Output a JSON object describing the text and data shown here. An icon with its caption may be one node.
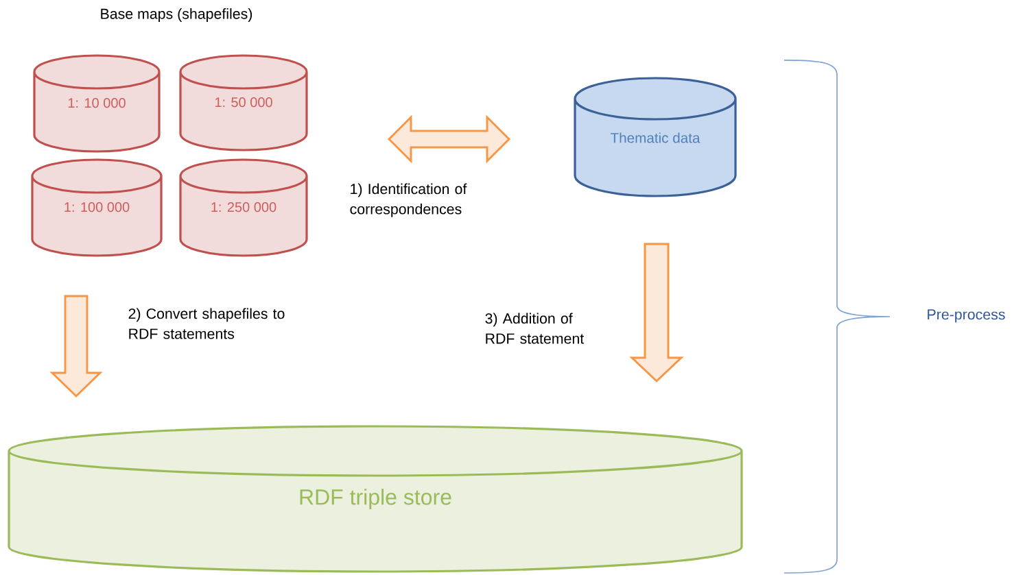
{
  "diagram": {
    "nodes": [
      {
        "text": [
          "1: 10 000"
        ]
      },
      {
        "text": [
          "1: 50 000"
        ]
      },
      {
        "text": [
          "1: 100 000"
        ]
      },
      {
        "text": [
          "1: 250 000"
        ]
      },
      {
        "text": [
          "Thematic data"
        ]
      },
      {
        "text": [
          "RDF triple store"
        ]
      }
    ],
    "edges": [
      {
        "from": 1,
        "to": 4,
        "arrow": "both",
        "label": "1) Identification of correspondences"
      },
      {
        "from": 2,
        "to": 5,
        "arrow": "to",
        "label": "2) Convert shapefiles to RDF statements"
      },
      {
        "from": 4,
        "to": 5,
        "arrow": "to",
        "label": "3) Addition of RDF statement"
      }
    ],
    "labels": [
      "Base maps (shapefiles)",
      "Pre-process"
    ]
  }
}
